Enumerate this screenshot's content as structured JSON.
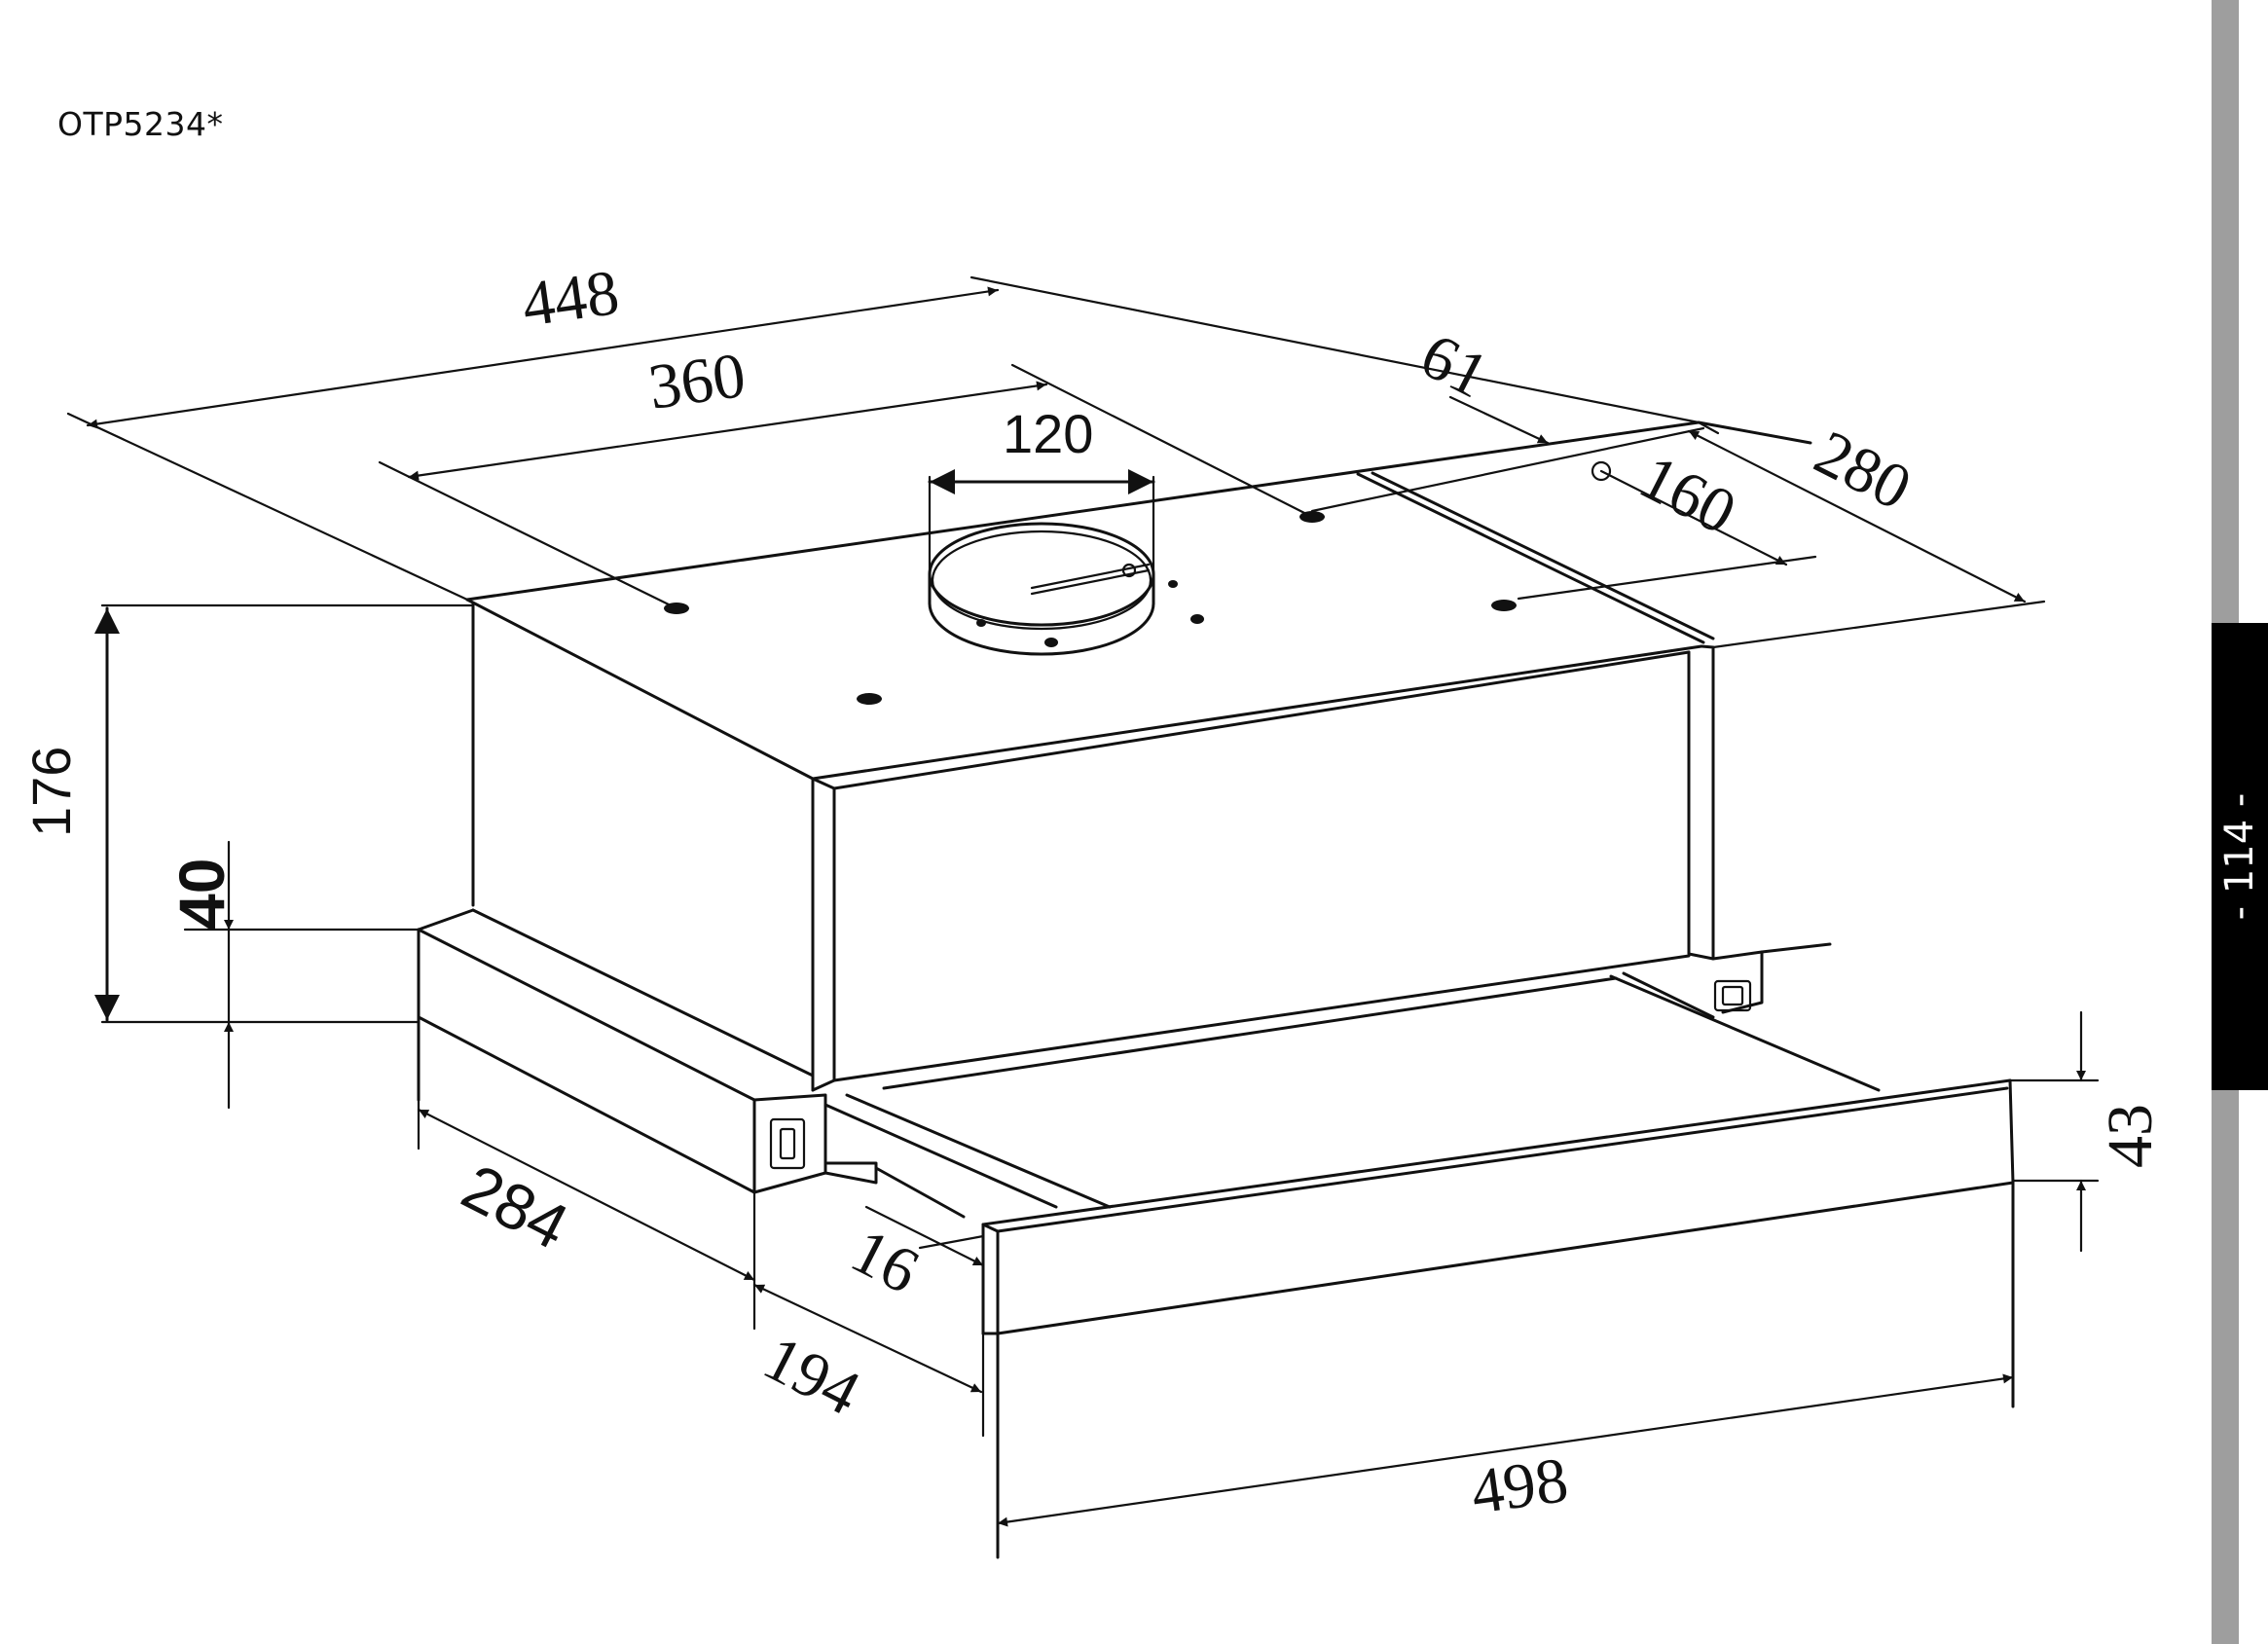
{
  "model": "OTP5234*",
  "page_number": "- 114 -",
  "dimensions": {
    "width_top": "448",
    "hole_spacing": "360",
    "outlet_diameter": "120",
    "offset": "61",
    "hole_spacing_depth": "160",
    "depth_top": "280",
    "height_total": "176",
    "height_lower": "40",
    "depth_lower": "284",
    "drawer_extension": "194",
    "front_panel_gap": "16",
    "front_panel_height": "43",
    "width_front": "498"
  },
  "colors": {
    "lines": "#111111",
    "sidebar": "#9e9e9e",
    "page_tab": "#000000"
  }
}
